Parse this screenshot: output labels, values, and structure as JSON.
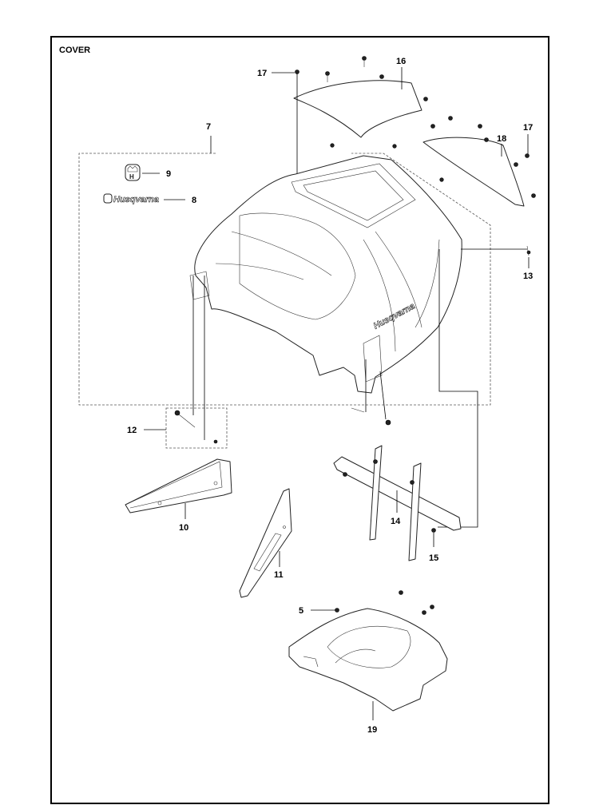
{
  "title": "COVER",
  "callouts": {
    "c5": "5",
    "c7": "7",
    "c8": "8",
    "c9": "9",
    "c10": "10",
    "c11": "11",
    "c12": "12",
    "c13": "13",
    "c14": "14",
    "c15": "15",
    "c16": "16",
    "c17a": "17",
    "c17b": "17",
    "c18": "18",
    "c19": "19"
  },
  "logo": {
    "brand_text": "Husqvarna",
    "crown_letter": "H"
  }
}
